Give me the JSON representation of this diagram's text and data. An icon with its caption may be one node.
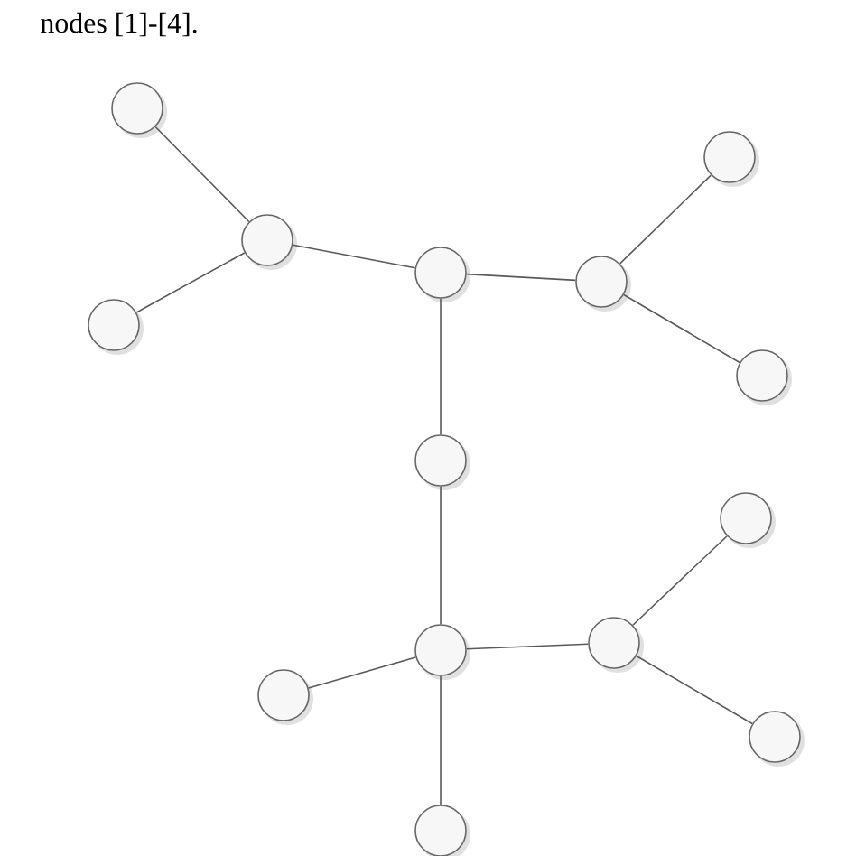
{
  "diagram": {
    "nodes": [
      {
        "text": [],
        "shape": "circle"
      },
      {
        "text": [],
        "shape": "circle"
      },
      {
        "text": [],
        "shape": "circle"
      },
      {
        "text": [],
        "shape": "circle"
      },
      {
        "text": [],
        "shape": "circle"
      },
      {
        "text": [],
        "shape": "circle"
      },
      {
        "text": [],
        "shape": "circle"
      },
      {
        "text": [],
        "shape": "circle"
      },
      {
        "text": [],
        "shape": "circle"
      },
      {
        "text": [],
        "shape": "circle"
      },
      {
        "text": [],
        "shape": "circle"
      },
      {
        "text": [],
        "shape": "circle"
      },
      {
        "text": [],
        "shape": "circle"
      },
      {
        "text": [],
        "shape": "circle"
      }
    ],
    "edges": [
      {
        "from": 0,
        "to": 1,
        "arrow": "none"
      },
      {
        "from": 1,
        "to": 2,
        "arrow": "none"
      },
      {
        "from": 1,
        "to": 3,
        "arrow": "none"
      },
      {
        "from": 3,
        "to": 5,
        "arrow": "none"
      },
      {
        "from": 5,
        "to": 4,
        "arrow": "none"
      },
      {
        "from": 5,
        "to": 6,
        "arrow": "none"
      },
      {
        "from": 3,
        "to": 7,
        "arrow": "none"
      },
      {
        "from": 7,
        "to": 9,
        "arrow": "none"
      },
      {
        "from": 9,
        "to": 11,
        "arrow": "none"
      },
      {
        "from": 9,
        "to": 10,
        "arrow": "none"
      },
      {
        "from": 10,
        "to": 8,
        "arrow": "none"
      },
      {
        "from": 10,
        "to": 12,
        "arrow": "none"
      },
      {
        "from": 9,
        "to": 13,
        "arrow": "none"
      }
    ],
    "labels": [
      "nodes [1]-[4]."
    ]
  }
}
